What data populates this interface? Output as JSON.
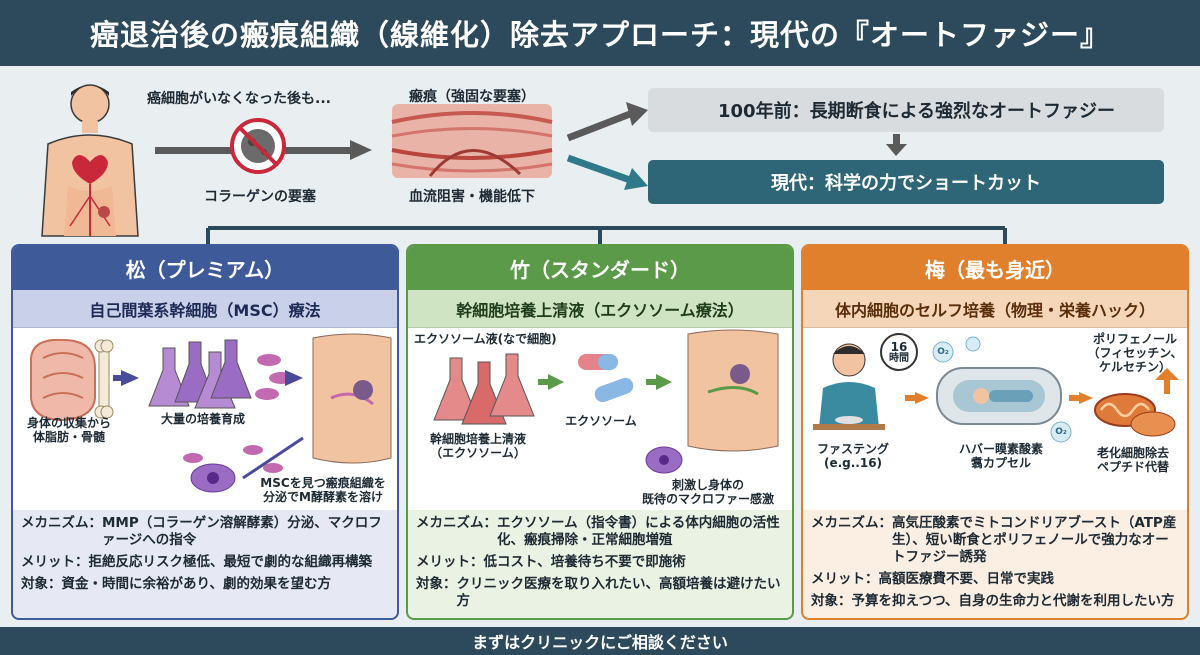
{
  "title": "癌退治後の瘢痕組織（線維化）除去アプローチ：現代の『オートファジー』",
  "top": {
    "after_cancer": "癌細胞がいなくなった後も...",
    "collagen": "コラーゲンの要塞",
    "scar": "瘢痕（強固な要塞）",
    "blood": "血流阻害・機能低下",
    "past": "100年前：長期断食による強烈なオートファジー",
    "present": "現代：科学の力でショートカット"
  },
  "panels": [
    {
      "title": "松（プレミアム）",
      "subtitle": "自己間葉系幹細胞（MSC）療法",
      "captions": {
        "collect": [
          "身体の収集から",
          "体脂肪・骨髄"
        ],
        "culture": "大量の培養育成",
        "msc": [
          "MSCを見つ瘢痕組織を",
          "分泌でM酵酵素を溶け"
        ]
      },
      "rows": [
        {
          "label": "メカニズム：",
          "text": "MMP（コラーゲン溶解酵素）分泌、マクロファージへの指令"
        },
        {
          "label": "メリット：",
          "text": "拒絶反応リスク極低、最短で劇的な組織再構築"
        },
        {
          "label": "対象：",
          "text": "資金・時間に余裕があり、劇的効果を望む方"
        }
      ]
    },
    {
      "title": "竹（スタンダード）",
      "subtitle": "幹細胞培養上清液（エクソソーム療法）",
      "captions": {
        "liquid": "エクソソーム液(なで細胞)",
        "exosome": "エクソソーム",
        "supernatant": [
          "幹細胞培養上清液",
          "（エクソソーム）"
        ],
        "stimulate": [
          "刺激し身体の",
          "既待のマクロファー感激"
        ]
      },
      "rows": [
        {
          "label": "メカニズム：",
          "text": "エクソソーム（指令書）による体内細胞の活性化、瘢痕掃除・正常細胞増殖"
        },
        {
          "label": "メリット：",
          "text": "低コスト、培養待ち不要で即施術"
        },
        {
          "label": "対象：",
          "text": "クリニック医療を取り入れたい、高額培養は避けたい方"
        }
      ]
    },
    {
      "title": "梅（最も身近）",
      "subtitle": "体内細胞のセルフ培養（物理・栄養ハック）",
      "captions": {
        "clock": [
          "16",
          "時間"
        ],
        "fasting": [
          "ファステング",
          "(e.g..16)"
        ],
        "hbo": [
          "ハバー瞙素酸素",
          "翥カプセル"
        ],
        "polyphenol": [
          "ポリフェノール",
          "（フィセッチン、",
          "ケルセチン）"
        ],
        "mito": [
          "老化細胞除去",
          "ペプチド代替"
        ],
        "bubble1": "O₂",
        "bubble2": "O₂"
      },
      "rows": [
        {
          "label": "メカニズム：",
          "text": "高気圧酸素でミトコンドリアブースト（ATP産生）、短い断食とポリフェノールで強力なオートファジー誘発"
        },
        {
          "label": "メリット：",
          "text": "高額医療費不要、日常で実践"
        },
        {
          "label": "対象：",
          "text": "予算を抑えつつ、自身の生命力と代謝を利用したい方"
        }
      ]
    }
  ],
  "footer": "まずはクリニックにご相談ください",
  "colors": {
    "header": "#2c4a5c",
    "present": "#2e6577",
    "pine": "#3f5a98",
    "bamboo": "#5a9a48",
    "plum": "#e0802c"
  }
}
